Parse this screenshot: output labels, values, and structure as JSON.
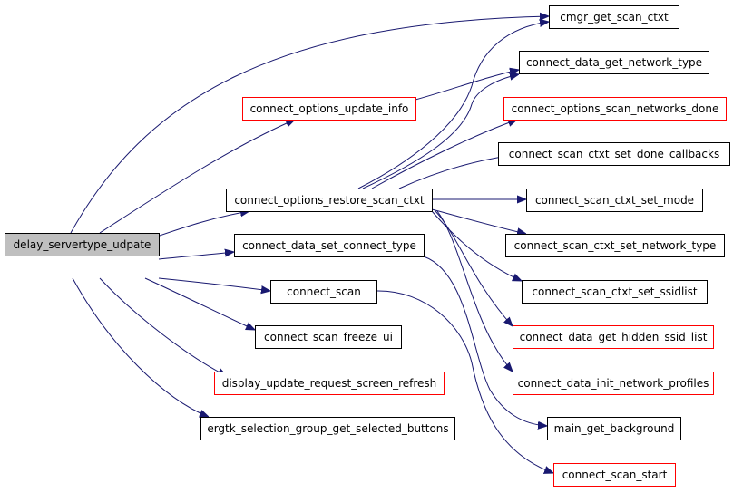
{
  "graph": {
    "root": "delay_servertype_udpate",
    "nodes": [
      {
        "id": "root",
        "label": "delay_servertype_udpate",
        "style": "root"
      },
      {
        "id": "cmgr",
        "label": "cmgr_get_scan_ctxt",
        "style": "black"
      },
      {
        "id": "cdgnt",
        "label": "connect_data_get_network_type",
        "style": "black"
      },
      {
        "id": "coui",
        "label": "connect_options_update_info",
        "style": "red"
      },
      {
        "id": "cosnd",
        "label": "connect_options_scan_networks_done",
        "style": "red"
      },
      {
        "id": "cscsdc",
        "label": "connect_scan_ctxt_set_done_callbacks",
        "style": "black"
      },
      {
        "id": "cosrsc",
        "label": "connect_options_restore_scan_ctxt",
        "style": "black"
      },
      {
        "id": "cscsm",
        "label": "connect_scan_ctxt_set_mode",
        "style": "black"
      },
      {
        "id": "cdsct",
        "label": "connect_data_set_connect_type",
        "style": "black"
      },
      {
        "id": "cscsnt",
        "label": "connect_scan_ctxt_set_network_type",
        "style": "black"
      },
      {
        "id": "cs",
        "label": "connect_scan",
        "style": "black"
      },
      {
        "id": "cscss",
        "label": "connect_scan_ctxt_set_ssidlist",
        "style": "black"
      },
      {
        "id": "csfu",
        "label": "connect_scan_freeze_ui",
        "style": "black"
      },
      {
        "id": "cdghsl",
        "label": "connect_data_get_hidden_ssid_list",
        "style": "red"
      },
      {
        "id": "durssr",
        "label": "display_update_request_screen_refresh",
        "style": "red"
      },
      {
        "id": "cdinp",
        "label": "connect_data_init_network_profiles",
        "style": "red"
      },
      {
        "id": "egsggsb",
        "label": "ergtk_selection_group_get_selected_buttons",
        "style": "black"
      },
      {
        "id": "mgb",
        "label": "main_get_background",
        "style": "black"
      },
      {
        "id": "css",
        "label": "connect_scan_start",
        "style": "red"
      }
    ],
    "edges": [
      {
        "from": "root",
        "to": "cmgr"
      },
      {
        "from": "root",
        "to": "coui"
      },
      {
        "from": "root",
        "to": "cosrsc"
      },
      {
        "from": "root",
        "to": "cdsct"
      },
      {
        "from": "root",
        "to": "cs"
      },
      {
        "from": "root",
        "to": "csfu"
      },
      {
        "from": "root",
        "to": "durssr"
      },
      {
        "from": "root",
        "to": "egsggsb"
      },
      {
        "from": "coui",
        "to": "cdgnt"
      },
      {
        "from": "cosrsc",
        "to": "cmgr"
      },
      {
        "from": "cosrsc",
        "to": "cdgnt"
      },
      {
        "from": "cosrsc",
        "to": "cosnd"
      },
      {
        "from": "cosrsc",
        "to": "cscsdc"
      },
      {
        "from": "cosrsc",
        "to": "cscsm"
      },
      {
        "from": "cosrsc",
        "to": "cscsnt"
      },
      {
        "from": "cosrsc",
        "to": "cscss"
      },
      {
        "from": "cosrsc",
        "to": "cdghsl"
      },
      {
        "from": "cosrsc",
        "to": "cdinp"
      },
      {
        "from": "cdsct",
        "to": "mgb"
      },
      {
        "from": "cs",
        "to": "css"
      }
    ]
  }
}
